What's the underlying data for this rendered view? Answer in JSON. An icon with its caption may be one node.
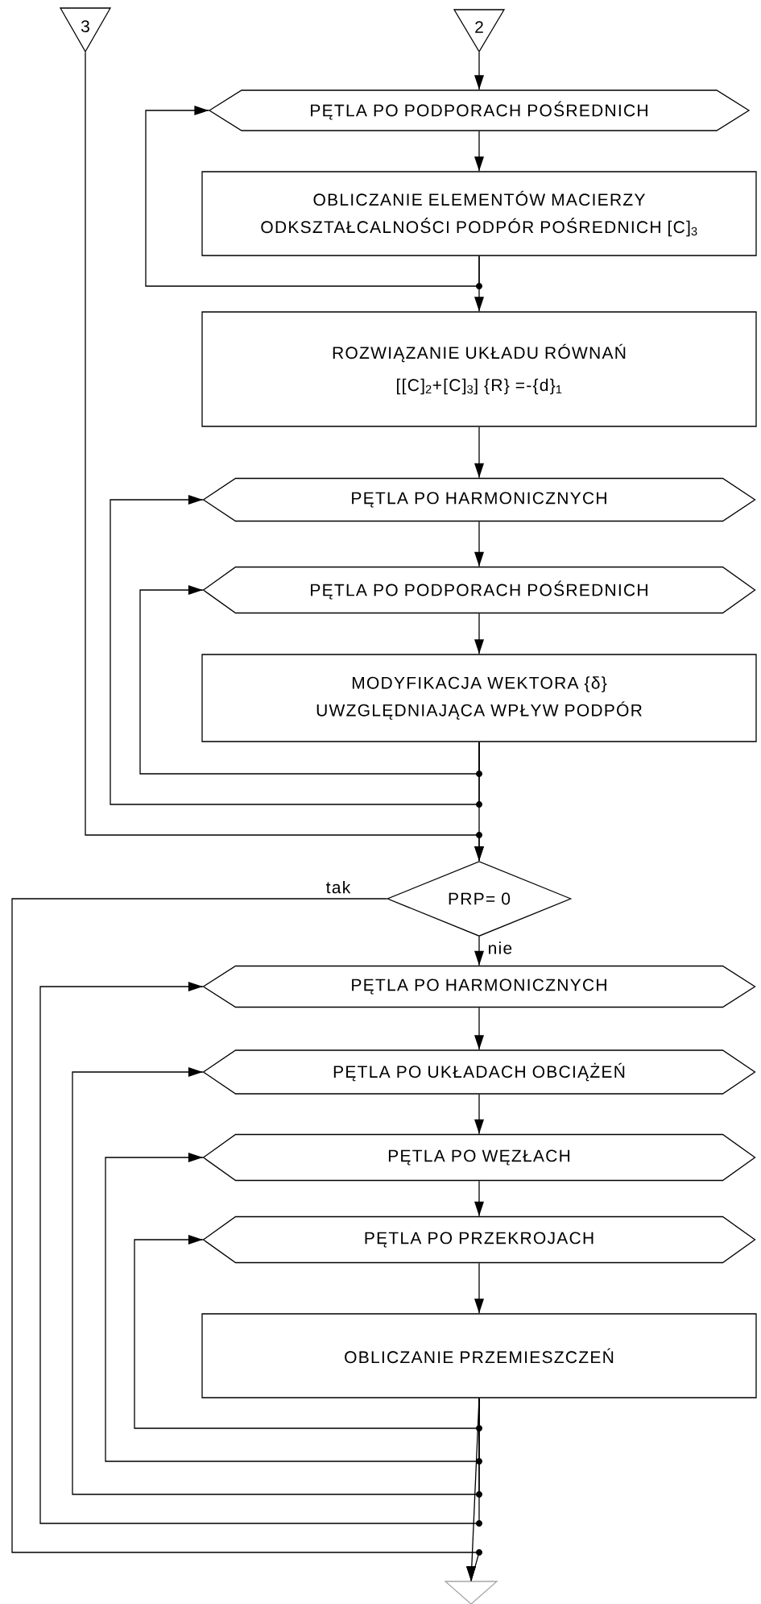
{
  "diagram": {
    "nodes": [
      {
        "text": [
          "3"
        ]
      },
      {
        "text": [
          "2"
        ]
      },
      {
        "text": [
          "PĘTLA PO PODPORACH POŚREDNICH"
        ]
      },
      {
        "text": [
          "OBLICZANIE ELEMENTÓW MACIERZY ODKSZTAŁCALNOŚCI PODPÓR POŚREDNICH [C]$_{3}$"
        ]
      },
      {
        "text": [
          "ROZWIĄZANIE UKŁADU RÓWNAŃ",
          "[[C]$_{2}$+[C]$_{3}$] {R} =-{d}$_{1}$"
        ]
      },
      {
        "text": [
          "PĘTLA PO HARMONICZNYCH"
        ]
      },
      {
        "text": [
          "PĘTLA PO PODPORACH POŚREDNICH"
        ]
      },
      {
        "text": [
          "MODYFIKACJA WEKTORA {δ} UWZGLĘDNIAJĄCA WPŁYW PODPÓR"
        ]
      },
      {
        "text": [
          "PRP= 0"
        ]
      },
      {
        "text": [
          "PĘTLA PO HARMONICZNYCH"
        ]
      },
      {
        "text": [
          "PĘTLA PO UKŁADACH OBCIĄŻEŃ"
        ]
      },
      {
        "text": [
          "PĘTLA PO WĘZŁACH"
        ]
      },
      {
        "text": [
          "PĘTLA PO PRZEKROJACH"
        ]
      },
      {
        "text": [
          "OBLICZANIE PRZEMIESZCZEŃ"
        ]
      },
      {
        "text": [],
        "shape": "triangle"
      }
    ],
    "edges": [
      {
        "from": 1,
        "to": 2,
        "arrow": "to"
      },
      {
        "from": 2,
        "to": 3,
        "arrow": "to"
      },
      {
        "from": 3,
        "to": 4,
        "arrow": "to"
      },
      {
        "from": 3,
        "to": 2,
        "arrow": "to"
      },
      {
        "from": 4,
        "to": 5,
        "arrow": "to"
      },
      {
        "from": 5,
        "to": 6,
        "arrow": "to"
      },
      {
        "from": 6,
        "to": 7,
        "arrow": "to"
      },
      {
        "from": 7,
        "to": 6,
        "arrow": "to"
      },
      {
        "from": 7,
        "to": 5,
        "arrow": "to"
      },
      {
        "from": 7,
        "to": 8,
        "arrow": "to"
      },
      {
        "from": 0,
        "to": 8,
        "arrow": "to"
      },
      {
        "from": 8,
        "to": 9,
        "arrow": "to",
        "label": "nie"
      },
      {
        "from": 8,
        "to": 14,
        "arrow": "to",
        "label": "tak"
      },
      {
        "from": 9,
        "to": 10,
        "arrow": "to"
      },
      {
        "from": 10,
        "to": 11,
        "arrow": "to"
      },
      {
        "from": 11,
        "to": 12,
        "arrow": "to"
      },
      {
        "from": 12,
        "to": 13,
        "arrow": "to"
      },
      {
        "from": 13,
        "to": 12,
        "arrow": "to"
      },
      {
        "from": 13,
        "to": 11,
        "arrow": "to"
      },
      {
        "from": 13,
        "to": 10,
        "arrow": "to"
      },
      {
        "from": 13,
        "to": 9,
        "arrow": "to"
      },
      {
        "from": 13,
        "to": 14,
        "arrow": "to"
      }
    ]
  }
}
